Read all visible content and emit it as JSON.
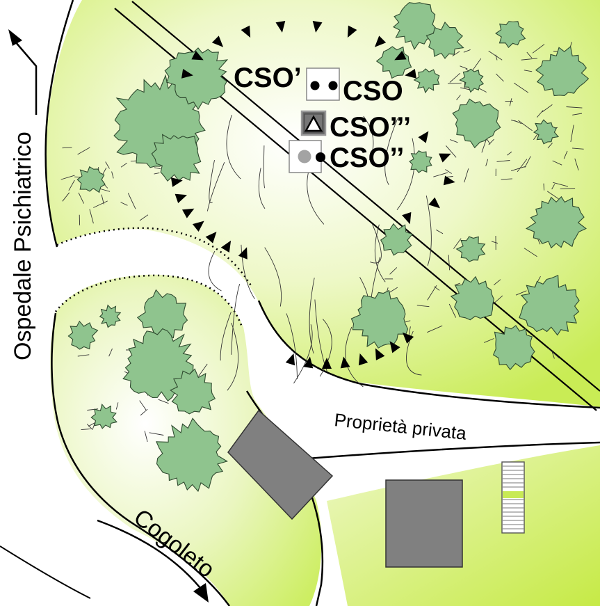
{
  "labels": {
    "cso_prime": "CSO’",
    "cso": "CSO",
    "cso_triple": "CSO’’’",
    "cso_double": "CSO’’",
    "hospital": "Ospedale Psichiatrico",
    "cogoleto": "Cogoleto",
    "private_property": "Proprietà privata"
  },
  "colors": {
    "vegetation_light": "#f6fbe3",
    "vegetation_mid": "#dff19a",
    "vegetation_dark": "#c4ea4a",
    "tree_fill": "#8fc48e",
    "tree_stroke": "#2f4a2f",
    "building": "#808080",
    "road": "#ffffff",
    "scarp": "#000000"
  },
  "icons": {
    "north_arrow": "arrow-up-left-icon",
    "south_arrow": "arrow-down-right-icon"
  }
}
